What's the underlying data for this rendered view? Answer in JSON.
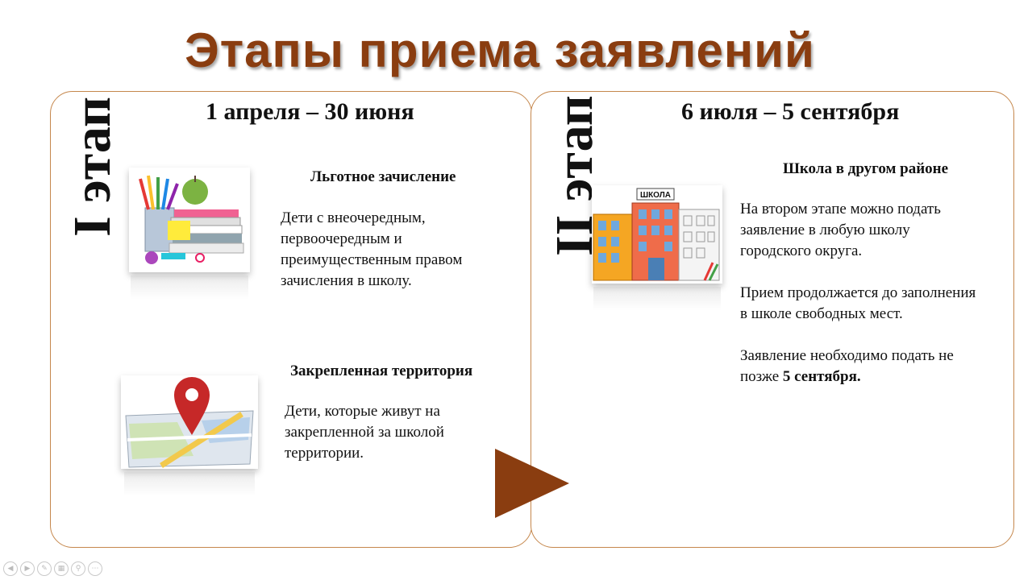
{
  "slide": {
    "title": "Этапы приема заявлений",
    "colors": {
      "accent": "#8a3d10",
      "panel_border": "#c5874c"
    }
  },
  "stage1": {
    "label": "I этап",
    "period": "1 апреля – 30 июня",
    "sections": [
      {
        "heading": "Льготное зачисление",
        "lines": [
          "Дети с внеочередным,",
          "первоочередным и",
          "преимущественным правом",
          "зачисления в школу."
        ],
        "icon": "school-supplies-icon"
      },
      {
        "heading": "Закрепленная территория",
        "lines": [
          "Дети,  которые живут на",
          "закрепленной за школой",
          "территории."
        ],
        "icon": "map-pin-icon"
      }
    ]
  },
  "stage2": {
    "label": "II этап",
    "period": "6 июля – 5 сентября",
    "heading": "Школа в другом районе",
    "school_sign": "ШКОЛА",
    "icon": "school-building-icon",
    "p1": [
      "На втором этапе можно подать",
      "заявление в любую школу",
      "городского округа."
    ],
    "p2": [
      "Прием продолжается до заполнения",
      "в школе свободных мест."
    ],
    "p3_line1": "Заявление необходимо подать не",
    "p3_line2_prefix": "позже ",
    "p3_line2_bold": "5 сентября."
  },
  "navigation": {
    "next_icon": "next-arrow-icon"
  },
  "toolbar": [
    "prev-icon",
    "next-icon",
    "pen-icon",
    "slides-icon",
    "zoom-icon",
    "more-icon"
  ]
}
